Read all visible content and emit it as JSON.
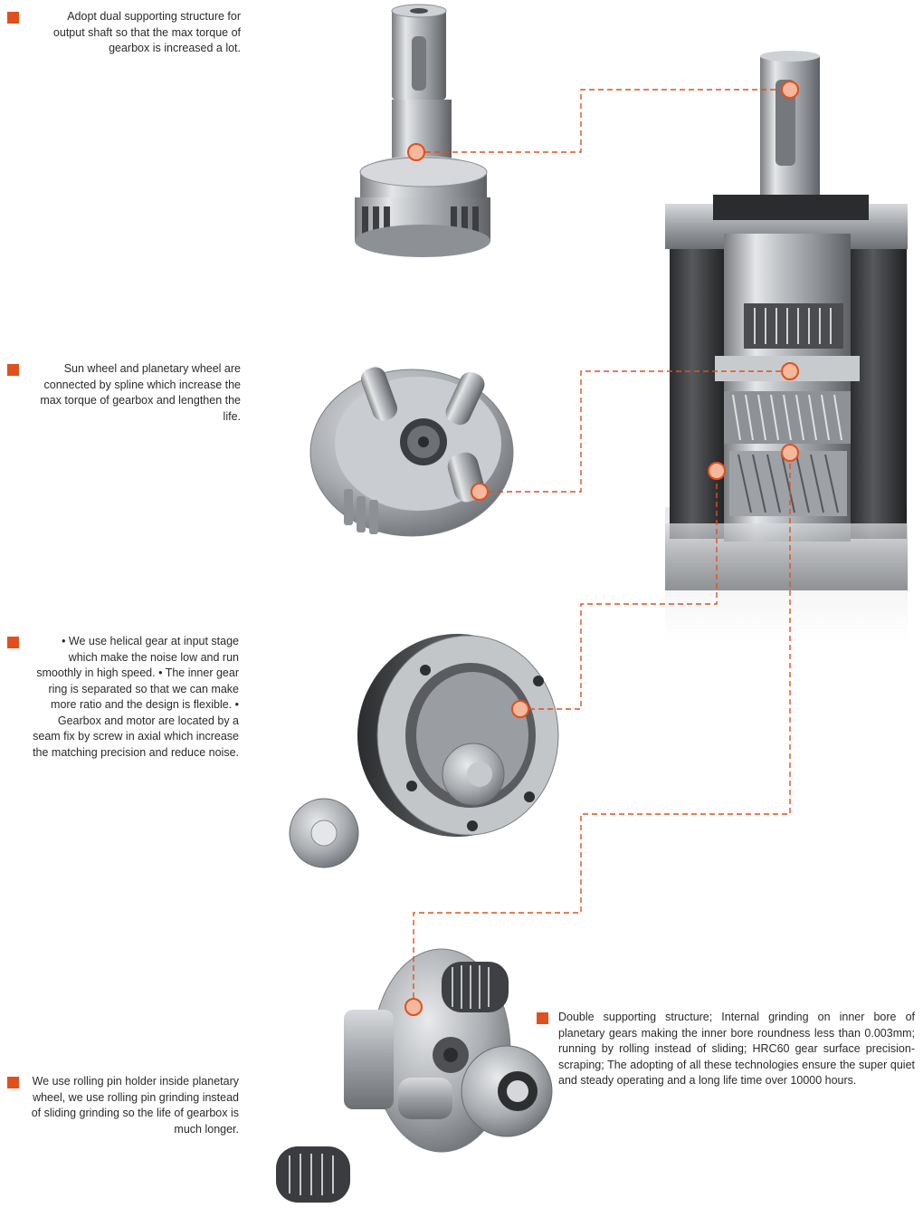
{
  "colors": {
    "accent": "#e0501f",
    "dot_fill": "#f4b89c",
    "dash": "#e0501f",
    "text": "#2a2a2a"
  },
  "features": [
    {
      "id": "output-shaft",
      "text": "Adopt dual supporting structure for output shaft so that the max torque of gearbox is increased a lot."
    },
    {
      "id": "sun-wheel",
      "text": "Sun wheel and planetary wheel are connected by spline which increase the max torque of gearbox and lengthen the life."
    },
    {
      "id": "helical-gear",
      "text": "• We use helical gear at input stage which make the noise low and run smoothly in high speed. • The inner gear ring is separated so that we can make more ratio and the design is flexible. • Gearbox and motor are located by a seam fix by screw in axial which increase the matching precision and reduce noise."
    },
    {
      "id": "rolling-pin",
      "text": "We use rolling pin holder inside planetary wheel, we use rolling pin grinding instead of sliding grinding so the life of gearbox is much longer."
    },
    {
      "id": "double-support",
      "text": "Double supporting structure; Internal grinding on inner bore of planetary gears making the inner bore roundness less than 0.003mm; running by rolling instead of sliding; HRC60 gear surface precision-scraping; The adopting of all these technologies ensure the super quiet and steady operating and a long life time over 10000 hours."
    }
  ]
}
